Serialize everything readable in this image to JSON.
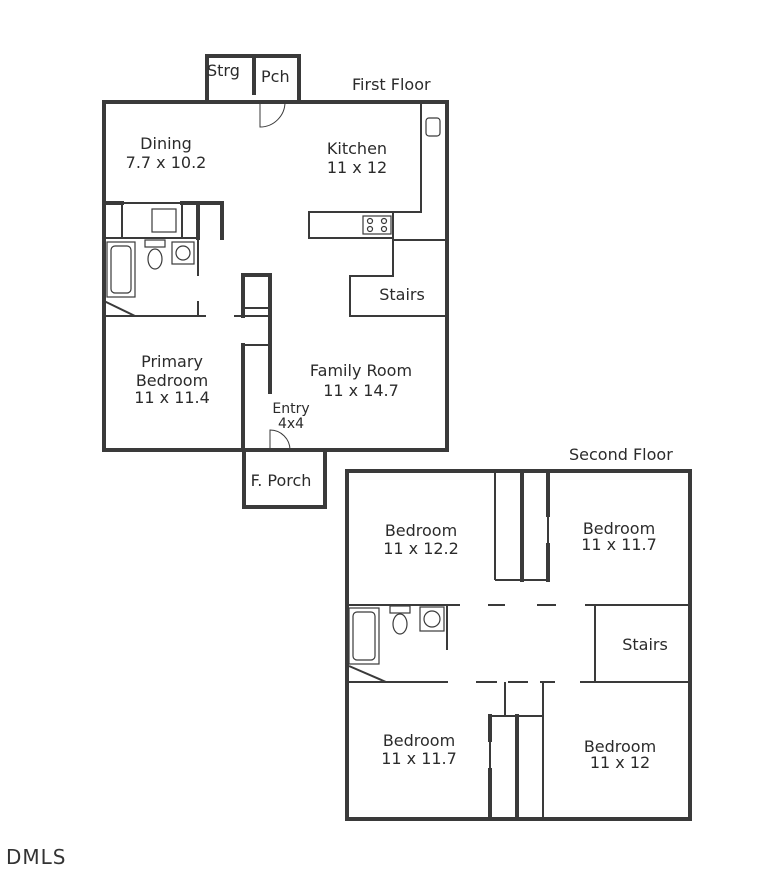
{
  "floors": {
    "first": {
      "title": "First Floor",
      "rooms": {
        "storage": "Strg",
        "porch": "Pch",
        "dining": {
          "name": "Dining",
          "size": "7.7 x 10.2"
        },
        "kitchen": {
          "name": "Kitchen",
          "size": "11 x 12"
        },
        "stairs": "Stairs",
        "primary_bedroom": {
          "name_line1": "Primary",
          "name_line2": "Bedroom",
          "size": "11 x 11.4"
        },
        "family_room": {
          "name": "Family Room",
          "size": "11 x 14.7"
        },
        "entry": {
          "name": "Entry",
          "size": "4x4"
        },
        "front_porch": "F. Porch"
      }
    },
    "second": {
      "title": "Second Floor",
      "rooms": {
        "bedroom_nw": {
          "name": "Bedroom",
          "size": "11 x 12.2"
        },
        "bedroom_ne": {
          "name": "Bedroom",
          "size": "11 x 11.7"
        },
        "stairs": "Stairs",
        "bedroom_sw": {
          "name": "Bedroom",
          "size": "11 x 11.7"
        },
        "bedroom_se": {
          "name": "Bedroom",
          "size": "11 x 12"
        }
      }
    }
  },
  "logo": "DMLS"
}
